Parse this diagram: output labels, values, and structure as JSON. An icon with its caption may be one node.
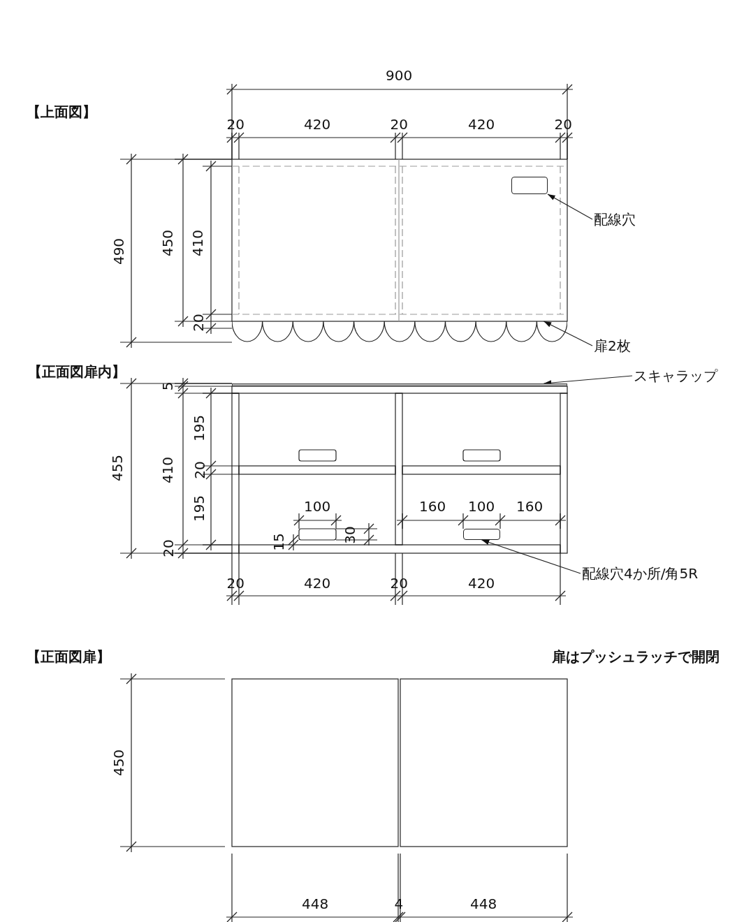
{
  "diagram": {
    "nodes": [
      {
        "text": [
          "配線穴"
        ]
      },
      {
        "text": [],
        "shape": "box"
      },
      {
        "text": [
          "扉2枚"
        ]
      },
      {
        "text": [],
        "shape": "box"
      },
      {
        "text": [
          "スキャラップ"
        ]
      },
      {
        "text": [],
        "shape": "bar"
      },
      {
        "text": [
          "配線穴4か所/角5R"
        ]
      },
      {
        "text": [],
        "shape": "box"
      }
    ],
    "edges": [
      {
        "from": 0,
        "to": 1,
        "arrow": "to"
      },
      {
        "from": 2,
        "to": 3,
        "arrow": "to"
      },
      {
        "from": 4,
        "to": 5,
        "arrow": "to"
      },
      {
        "from": 6,
        "to": 7,
        "arrow": "to"
      }
    ],
    "labels": [
      "900",
      "【上面図】",
      "20",
      "420",
      "20",
      "420",
      "20",
      "490",
      "450",
      "410",
      "20",
      "【正面図扉内】",
      "5",
      "455",
      "410",
      "195",
      "20",
      "195",
      "20",
      "100",
      "160",
      "100",
      "160",
      "15",
      "30",
      "20",
      "420",
      "20",
      "420",
      "【正面図扉】",
      "扉はプッシュラッチで開閉",
      "450",
      "448",
      "4",
      "448"
    ]
  }
}
